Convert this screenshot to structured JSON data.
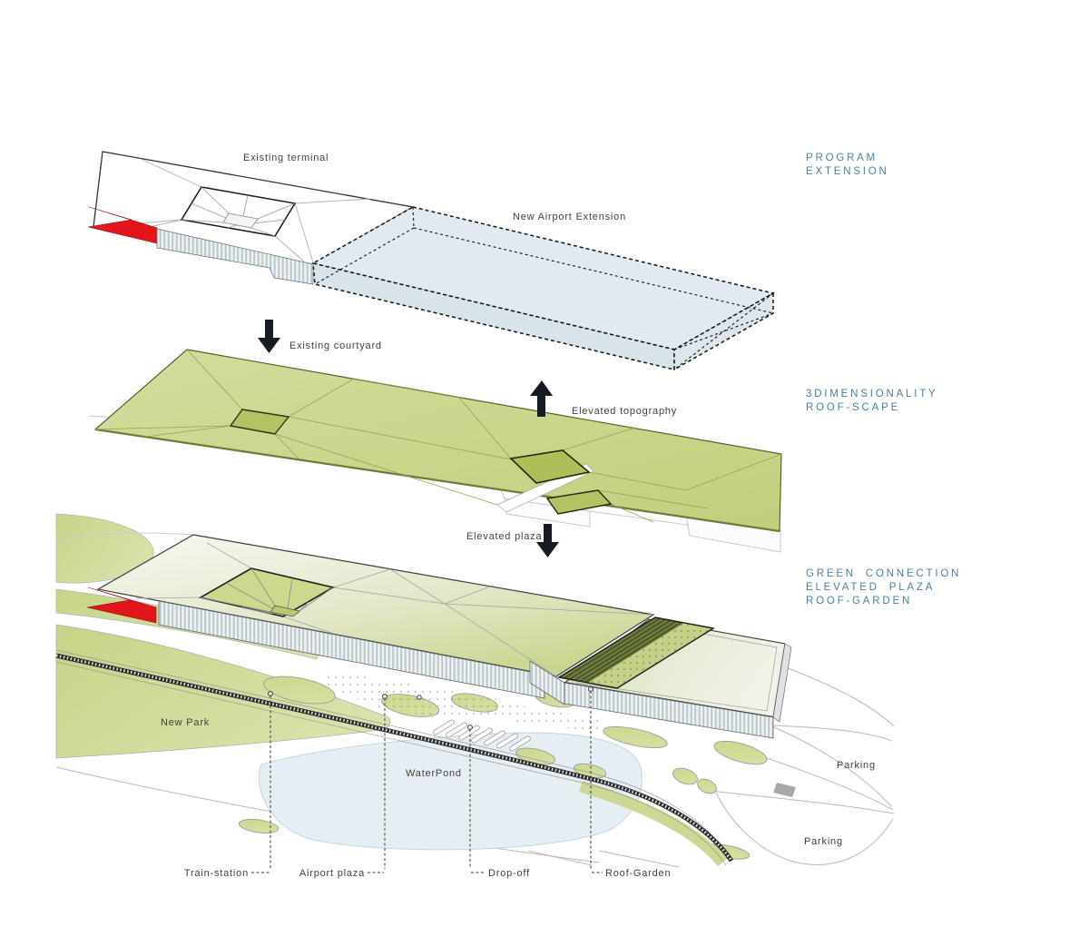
{
  "colors": {
    "title_blue": "#4d7ea1",
    "roof_green": "#c8d68c",
    "courtyard_green": "#b0c161",
    "garden_dark_green": "#6e7d3f",
    "extension_box_blue": "#e0eaf0",
    "accent_red": "#e2151b",
    "pond_blue": "#e4eef3",
    "park_green": "#c6d487",
    "label_gray": "#3f3f3f",
    "track_dark": "#2b2b2b"
  },
  "sections": {
    "program_extension": {
      "line1": "PROGRAM",
      "line2": "EXTENSION"
    },
    "roofscape": {
      "line1": "3DIMENSIONALITY",
      "line2": "ROOF-SCAPE"
    },
    "green_connection": {
      "line1": "GREEN CONNECTION",
      "line2": "ELEVATED PLAZA",
      "line3": "ROOF-GARDEN"
    }
  },
  "labels": {
    "existing_terminal": "Existing terminal",
    "new_airport_extension": "New Airport Extension",
    "existing_courtyard": "Existing courtyard",
    "elevated_topography": "Elevated topography",
    "elevated_plaza": "Elevated plaza",
    "new_park": "New Park",
    "waterpond": "WaterPond",
    "parking_upper": "Parking",
    "parking_lower": "Parking",
    "train_station": "Train-station",
    "airport_plaza": "Airport plaza",
    "drop_off": "Drop-off",
    "roof_garden": "Roof-Garden"
  }
}
